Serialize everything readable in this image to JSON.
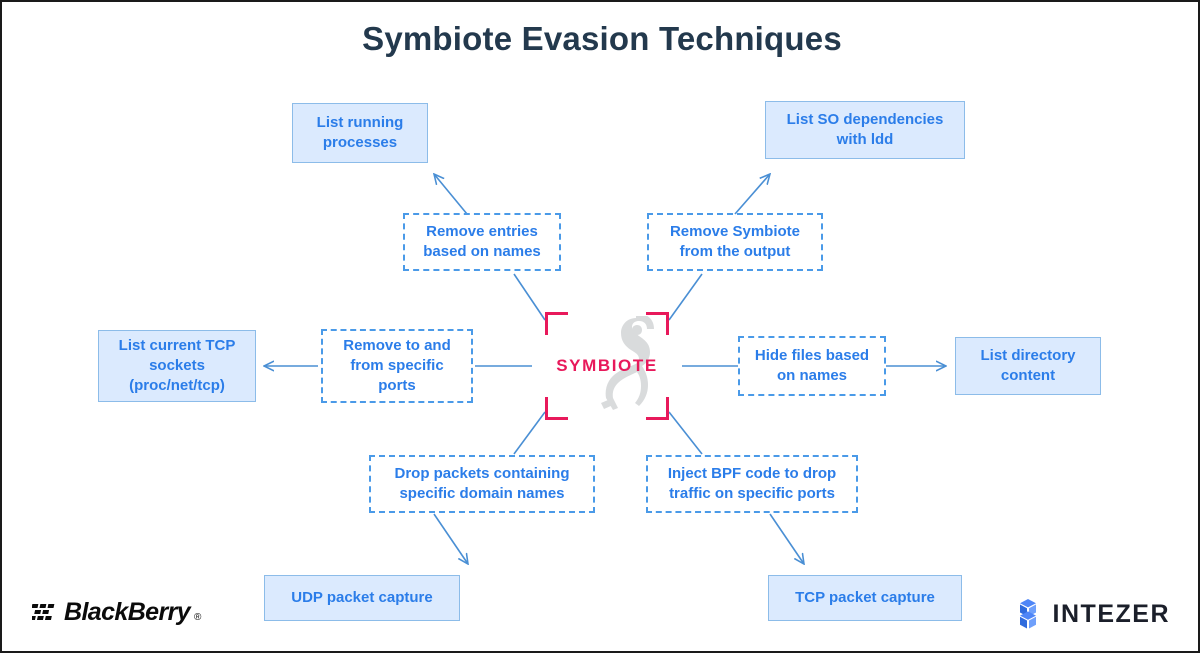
{
  "title": "Symbiote Evasion Techniques",
  "center": {
    "label": "SYMBIOTE",
    "accent_color": "#e8195b",
    "watermark": "snake-silhouette"
  },
  "colors": {
    "box_fill": "#dbeafe",
    "box_border": "#8cbce9",
    "text_blue": "#2b7de9",
    "dashed_border": "#4a9ae8",
    "connector": "#4a8fd4",
    "title": "#23394d",
    "center_accent": "#e8195b",
    "frame": "#1a1a1a"
  },
  "nodes": {
    "technique_top_left": {
      "label_line1": "Remove entries",
      "label_line2": "based on names",
      "style": "dashed"
    },
    "technique_top_right": {
      "label_line1": "Remove Symbiote",
      "label_line2": "from the output",
      "style": "dashed"
    },
    "technique_left": {
      "label_line1": "Remove to and",
      "label_line2": "from specific",
      "label_line3": "ports",
      "style": "dashed"
    },
    "technique_right": {
      "label_line1": "Hide files based",
      "label_line2": "on names",
      "style": "dashed"
    },
    "technique_bottom_left": {
      "label_line1": "Drop packets containing",
      "label_line2": "specific domain names",
      "style": "dashed"
    },
    "technique_bottom_right": {
      "label_line1": "Inject BPF code to drop",
      "label_line2": "traffic on specific ports",
      "style": "dashed"
    },
    "target_top_left": {
      "label_line1": "List running",
      "label_line2": "processes",
      "style": "solid"
    },
    "target_top_right": {
      "label_line1": "List SO dependencies",
      "label_line2": "with ldd",
      "style": "solid"
    },
    "target_left": {
      "label_line1": "List current TCP",
      "label_line2": "sockets",
      "label_line3": "(proc/net/tcp)",
      "style": "solid"
    },
    "target_right": {
      "label_line1": "List directory",
      "label_line2": "content",
      "style": "solid"
    },
    "target_bottom_left": {
      "label_line1": "UDP packet capture",
      "style": "solid"
    },
    "target_bottom_right": {
      "label_line1": "TCP packet capture",
      "style": "solid"
    }
  },
  "logos": {
    "blackberry": {
      "word": "BlackBerry",
      "registered": "®"
    },
    "intezer": {
      "word": "INTEZER"
    }
  }
}
